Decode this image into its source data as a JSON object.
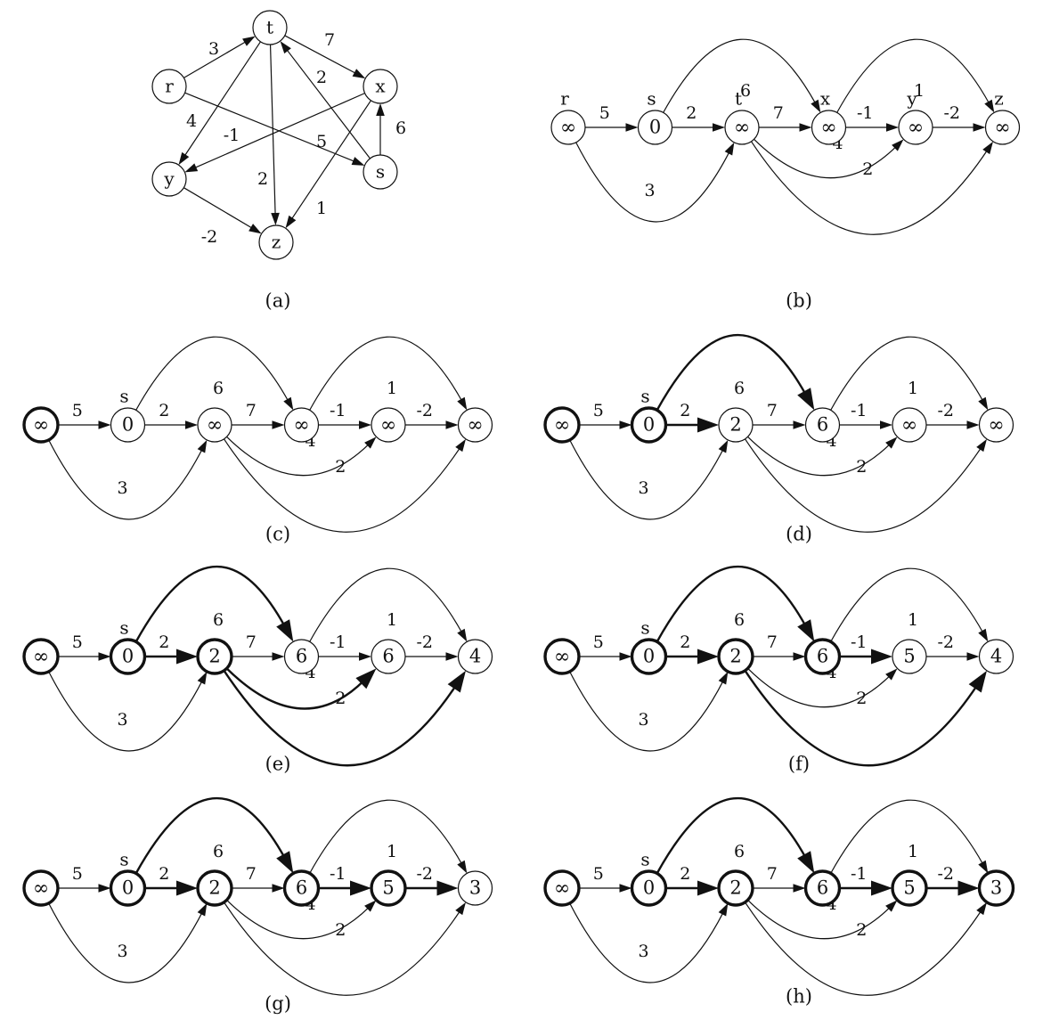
{
  "panels": [
    {
      "id": "a",
      "caption": "(a)",
      "layout": "original",
      "vertices": [
        {
          "id": "r",
          "label": "r"
        },
        {
          "id": "t",
          "label": "t"
        },
        {
          "id": "x",
          "label": "x"
        },
        {
          "id": "y",
          "label": "y"
        },
        {
          "id": "s",
          "label": "s"
        },
        {
          "id": "z",
          "label": "z"
        }
      ],
      "edges": [
        {
          "from": "r",
          "to": "t",
          "weight": "3"
        },
        {
          "from": "t",
          "to": "x",
          "weight": "7"
        },
        {
          "from": "t",
          "to": "y",
          "weight": "4"
        },
        {
          "from": "t",
          "to": "z",
          "weight": "2"
        },
        {
          "from": "r",
          "to": "s",
          "weight": "5"
        },
        {
          "from": "x",
          "to": "y",
          "weight": "-1"
        },
        {
          "from": "x",
          "to": "z",
          "weight": "1"
        },
        {
          "from": "s",
          "to": "t",
          "weight": "2"
        },
        {
          "from": "s",
          "to": "x",
          "weight": "6"
        },
        {
          "from": "y",
          "to": "z",
          "weight": "-2"
        }
      ]
    },
    {
      "id": "b",
      "caption": "(b)",
      "layout": "topological",
      "show_names": true,
      "values": [
        "∞",
        "0",
        "∞",
        "∞",
        "∞",
        "∞"
      ],
      "bold_nodes": [],
      "bold_edges": []
    },
    {
      "id": "c",
      "caption": "(c)",
      "layout": "topological",
      "show_names": false,
      "values": [
        "∞",
        "0",
        "∞",
        "∞",
        "∞",
        "∞"
      ],
      "bold_nodes": [
        "r"
      ],
      "bold_edges": []
    },
    {
      "id": "d",
      "caption": "(d)",
      "layout": "topological",
      "show_names": false,
      "values": [
        "∞",
        "0",
        "2",
        "6",
        "∞",
        "∞"
      ],
      "bold_nodes": [
        "r",
        "s"
      ],
      "bold_edges": [
        "s-t",
        "s-x"
      ]
    },
    {
      "id": "e",
      "caption": "(e)",
      "layout": "topological",
      "show_names": false,
      "values": [
        "∞",
        "0",
        "2",
        "6",
        "6",
        "4"
      ],
      "bold_nodes": [
        "r",
        "s",
        "t"
      ],
      "bold_edges": [
        "s-t",
        "s-x",
        "t-y",
        "t-z"
      ]
    },
    {
      "id": "f",
      "caption": "(f)",
      "layout": "topological",
      "show_names": false,
      "values": [
        "∞",
        "0",
        "2",
        "6",
        "5",
        "4"
      ],
      "bold_nodes": [
        "r",
        "s",
        "t",
        "x"
      ],
      "bold_edges": [
        "s-t",
        "s-x",
        "x-y",
        "t-z"
      ]
    },
    {
      "id": "g",
      "caption": "(g)",
      "layout": "topological",
      "show_names": false,
      "values": [
        "∞",
        "0",
        "2",
        "6",
        "5",
        "3"
      ],
      "bold_nodes": [
        "r",
        "s",
        "t",
        "x",
        "y"
      ],
      "bold_edges": [
        "s-t",
        "s-x",
        "x-y",
        "y-z"
      ]
    },
    {
      "id": "h",
      "caption": "(h)",
      "layout": "topological",
      "show_names": false,
      "values": [
        "∞",
        "0",
        "2",
        "6",
        "5",
        "3"
      ],
      "bold_nodes": [
        "r",
        "s",
        "t",
        "x",
        "y",
        "z"
      ],
      "bold_edges": [
        "s-t",
        "s-x",
        "x-y",
        "y-z"
      ]
    }
  ],
  "topological": {
    "order": [
      "r",
      "s",
      "t",
      "x",
      "y",
      "z"
    ],
    "names": [
      "r",
      "s",
      "t",
      "x",
      "y",
      "z"
    ],
    "edges": [
      {
        "id": "r-s",
        "from": "r",
        "to": "s",
        "weight": "5"
      },
      {
        "id": "r-t",
        "from": "r",
        "to": "t",
        "weight": "3"
      },
      {
        "id": "s-t",
        "from": "s",
        "to": "t",
        "weight": "2"
      },
      {
        "id": "s-x",
        "from": "s",
        "to": "x",
        "weight": "6"
      },
      {
        "id": "t-x",
        "from": "t",
        "to": "x",
        "weight": "7"
      },
      {
        "id": "t-y",
        "from": "t",
        "to": "y",
        "weight": "4"
      },
      {
        "id": "t-z",
        "from": "t",
        "to": "z",
        "weight": "2"
      },
      {
        "id": "x-y",
        "from": "x",
        "to": "y",
        "weight": "-1"
      },
      {
        "id": "x-z",
        "from": "x",
        "to": "z",
        "weight": "1"
      },
      {
        "id": "y-z",
        "from": "y",
        "to": "z",
        "weight": "-2"
      }
    ]
  },
  "colors": {
    "ink": "#111111",
    "background": "#ffffff"
  }
}
